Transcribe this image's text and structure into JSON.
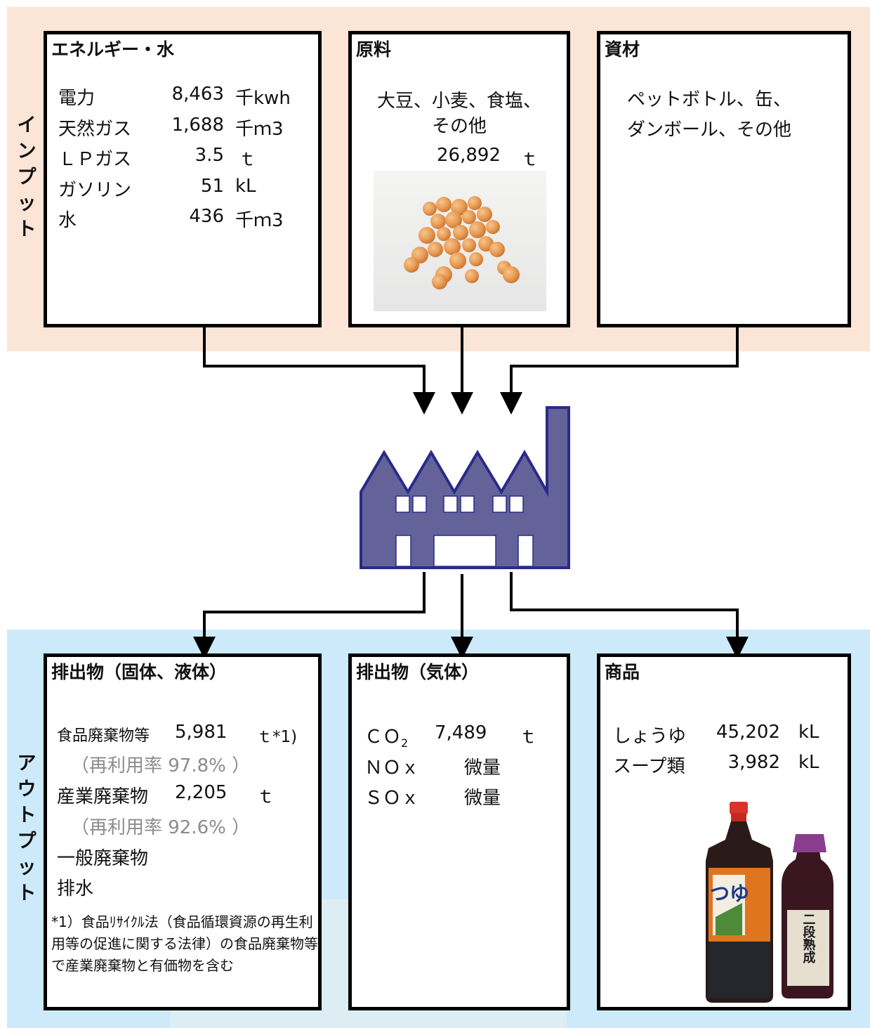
{
  "input_label": "インプット",
  "output_label": "アウトプット",
  "energy": {
    "title": "エネルギー・水",
    "rows": [
      {
        "name": "電力",
        "value": "8,463",
        "unit": "千kwh"
      },
      {
        "name": "天然ガス",
        "value": "1,688",
        "unit": "千ｍ3"
      },
      {
        "name": "ＬＰガス",
        "value": "3.5",
        "unit": "ｔ"
      },
      {
        "name": "ガソリン",
        "value": "51",
        "unit": "kL"
      },
      {
        "name": "水",
        "value": "436",
        "unit": "千ｍ3"
      }
    ]
  },
  "material": {
    "title": "原料",
    "line1": "大豆、小麦、食塩、",
    "line2": "その他",
    "value": "26,892",
    "unit": "ｔ",
    "photo": "soybeans-photo"
  },
  "supplies": {
    "title": "資材",
    "line1": "ペットボトル、缶、",
    "line2": "ダンボール、その他"
  },
  "factory_icon": "factory-icon",
  "waste": {
    "title": "排出物（固体、液体）",
    "food_name": "食品廃棄物等",
    "food_value": "5,981",
    "food_unit": "ｔ*1)",
    "food_recycle": "（再利用率 97.8% ）",
    "industrial_name": "産業廃棄物",
    "industrial_value": "2,205",
    "industrial_unit": "ｔ",
    "industrial_recycle": "（再利用率 92.6% ）",
    "general": "一般廃棄物",
    "drainage": "排水",
    "note": "*1）食品ﾘｻｲｸﾙ法（食品循環資源の再生利用等の促進に関する法律）の食品廃棄物等で産業廃棄物と有価物を含む"
  },
  "gas": {
    "title": "排出物（気体）",
    "co2_name": "ＣＯ",
    "co2_sub": "2",
    "co2_value": "7,489",
    "co2_unit": "ｔ",
    "nox_name": "ＮＯｘ",
    "nox_value": "微量",
    "sox_name": "ＳＯｘ",
    "sox_value": "微量"
  },
  "products": {
    "title": "商品",
    "rows": [
      {
        "name": "しょうゆ",
        "value": "45,202",
        "unit": "kL"
      },
      {
        "name": "スープ類",
        "value": "3,982",
        "unit": "kL"
      }
    ],
    "photo": "soy-sauce-bottles-photo",
    "bottle1_label": "つゆ",
    "bottle2_label": "二段熟成"
  },
  "colors": {
    "input_band": "#fbe5d6",
    "output_band": "#cdeafb",
    "factory": "#636399",
    "factory_outline": "#2a2a8a"
  }
}
